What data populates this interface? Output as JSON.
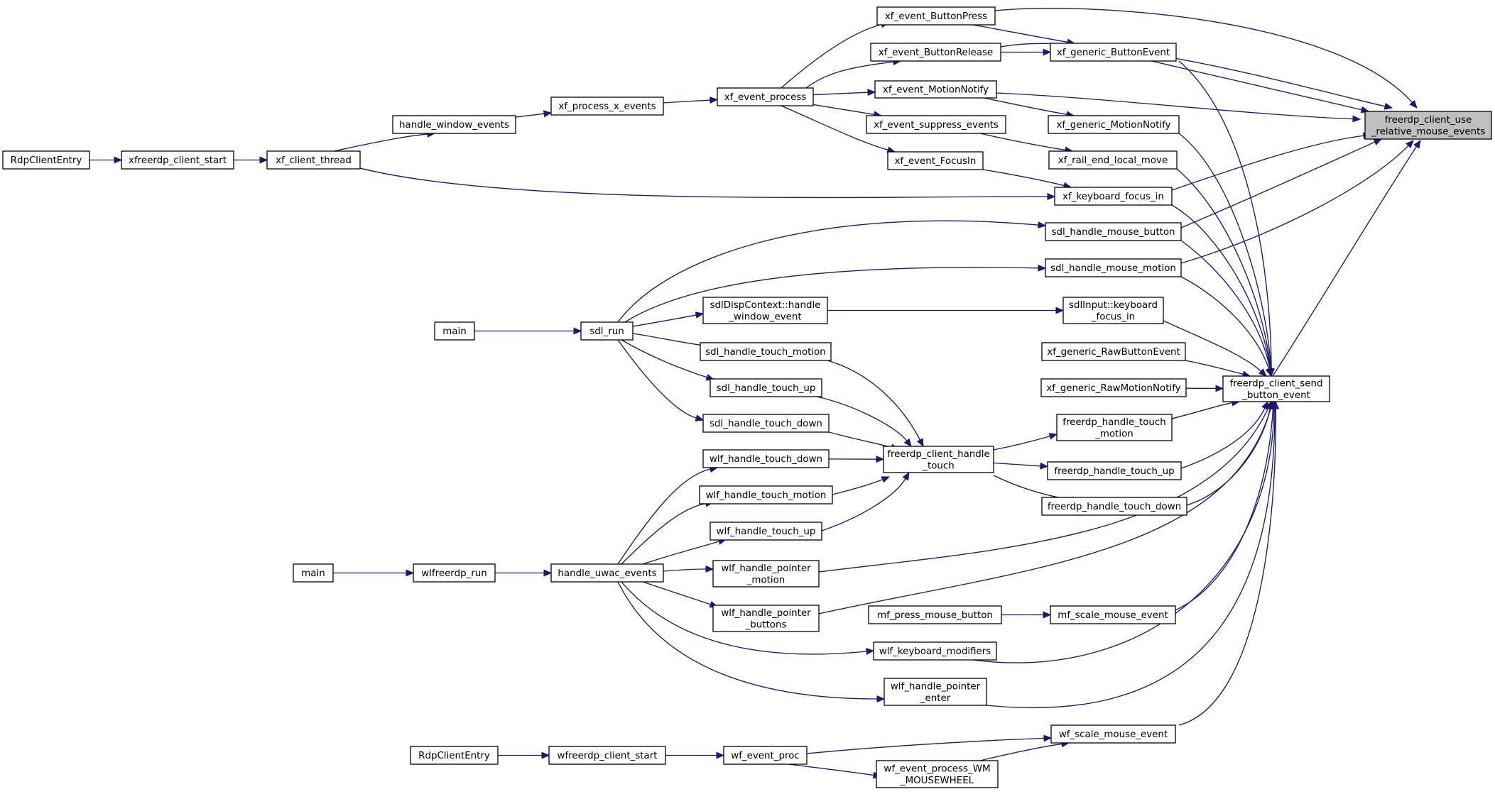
{
  "graph": {
    "nodes": [
      {
        "id": "target",
        "lines": [
          "freerdp_client_use",
          "_relative_mouse_events"
        ]
      },
      {
        "id": "send",
        "lines": [
          "freerdp_client_send",
          "_button_event"
        ]
      },
      {
        "id": "xf_ButtonPress",
        "lines": [
          "xf_event_ButtonPress"
        ]
      },
      {
        "id": "xf_ButtonRelease",
        "lines": [
          "xf_event_ButtonRelease"
        ]
      },
      {
        "id": "xf_gen_ButtonEvent",
        "lines": [
          "xf_generic_ButtonEvent"
        ]
      },
      {
        "id": "xf_MotionNotify",
        "lines": [
          "xf_event_MotionNotify"
        ]
      },
      {
        "id": "xf_gen_MotionNotify",
        "lines": [
          "xf_generic_MotionNotify"
        ]
      },
      {
        "id": "xf_suppress",
        "lines": [
          "xf_event_suppress_events"
        ]
      },
      {
        "id": "xf_rail_end",
        "lines": [
          "xf_rail_end_local_move"
        ]
      },
      {
        "id": "xf_FocusIn",
        "lines": [
          "xf_event_FocusIn"
        ]
      },
      {
        "id": "xf_kbd_focus",
        "lines": [
          "xf_keyboard_focus_in"
        ]
      },
      {
        "id": "xf_event_process",
        "lines": [
          "xf_event_process"
        ]
      },
      {
        "id": "xf_process_x",
        "lines": [
          "xf_process_x_events"
        ]
      },
      {
        "id": "handle_window",
        "lines": [
          "handle_window_events"
        ]
      },
      {
        "id": "xf_client_thread",
        "lines": [
          "xf_client_thread"
        ]
      },
      {
        "id": "xfreerdp_start",
        "lines": [
          "xfreerdp_client_start"
        ]
      },
      {
        "id": "rdp_entry_1",
        "lines": [
          "RdpClientEntry"
        ]
      },
      {
        "id": "sdl_mouse_button",
        "lines": [
          "sdl_handle_mouse_button"
        ]
      },
      {
        "id": "sdl_mouse_motion",
        "lines": [
          "sdl_handle_mouse_motion"
        ]
      },
      {
        "id": "sdl_disp",
        "lines": [
          "sdlDispContext::handle",
          "_window_event"
        ]
      },
      {
        "id": "sdl_input_focus",
        "lines": [
          "sdlInput::keyboard",
          "_focus_in"
        ]
      },
      {
        "id": "sdl_run",
        "lines": [
          "sdl_run"
        ]
      },
      {
        "id": "main_sdl",
        "lines": [
          "main"
        ]
      },
      {
        "id": "sdl_touch_motion",
        "lines": [
          "sdl_handle_touch_motion"
        ]
      },
      {
        "id": "sdl_touch_up",
        "lines": [
          "sdl_handle_touch_up"
        ]
      },
      {
        "id": "sdl_touch_down",
        "lines": [
          "sdl_handle_touch_down"
        ]
      },
      {
        "id": "xf_raw_button",
        "lines": [
          "xf_generic_RawButtonEvent"
        ]
      },
      {
        "id": "xf_raw_motion",
        "lines": [
          "xf_generic_RawMotionNotify"
        ]
      },
      {
        "id": "fr_touch_motion",
        "lines": [
          "freerdp_handle_touch",
          "_motion"
        ]
      },
      {
        "id": "fr_client_touch",
        "lines": [
          "freerdp_client_handle",
          "_touch"
        ]
      },
      {
        "id": "fr_touch_up",
        "lines": [
          "freerdp_handle_touch_up"
        ]
      },
      {
        "id": "fr_touch_down",
        "lines": [
          "freerdp_handle_touch_down"
        ]
      },
      {
        "id": "wlf_touch_down",
        "lines": [
          "wlf_handle_touch_down"
        ]
      },
      {
        "id": "wlf_touch_motion",
        "lines": [
          "wlf_handle_touch_motion"
        ]
      },
      {
        "id": "wlf_touch_up",
        "lines": [
          "wlf_handle_touch_up"
        ]
      },
      {
        "id": "wlf_ptr_motion",
        "lines": [
          "wlf_handle_pointer",
          "_motion"
        ]
      },
      {
        "id": "handle_uwac",
        "lines": [
          "handle_uwac_events"
        ]
      },
      {
        "id": "wlfreerdp_run",
        "lines": [
          "wlfreerdp_run"
        ]
      },
      {
        "id": "main_wlf",
        "lines": [
          "main"
        ]
      },
      {
        "id": "wlf_ptr_buttons",
        "lines": [
          "wlf_handle_pointer",
          "_buttons"
        ]
      },
      {
        "id": "mf_press",
        "lines": [
          "mf_press_mouse_button"
        ]
      },
      {
        "id": "mf_scale",
        "lines": [
          "mf_scale_mouse_event"
        ]
      },
      {
        "id": "wlf_kbd_mod",
        "lines": [
          "wlf_keyboard_modifiers"
        ]
      },
      {
        "id": "wlf_ptr_enter",
        "lines": [
          "wlf_handle_pointer",
          "_enter"
        ]
      },
      {
        "id": "wf_scale",
        "lines": [
          "wf_scale_mouse_event"
        ]
      },
      {
        "id": "wf_event_proc",
        "lines": [
          "wf_event_proc"
        ]
      },
      {
        "id": "wf_mousewheel",
        "lines": [
          "wf_event_process_WM",
          "_MOUSEWHEEL"
        ]
      },
      {
        "id": "wfreerdp_start",
        "lines": [
          "wfreerdp_client_start"
        ]
      },
      {
        "id": "rdp_entry_2",
        "lines": [
          "RdpClientEntry"
        ]
      }
    ],
    "edges": [
      {
        "from": "xf_ButtonPress",
        "to": "target"
      },
      {
        "from": "xf_ButtonRelease",
        "to": "target"
      },
      {
        "from": "xf_MotionNotify",
        "to": "target"
      },
      {
        "from": "xf_gen_ButtonEvent",
        "to": "target"
      },
      {
        "from": "xf_kbd_focus",
        "to": "target"
      },
      {
        "from": "sdl_mouse_button",
        "to": "target"
      },
      {
        "from": "sdl_mouse_motion",
        "to": "target"
      },
      {
        "from": "send",
        "to": "target"
      },
      {
        "from": "xf_event_process",
        "to": "xf_ButtonPress"
      },
      {
        "from": "xf_event_process",
        "to": "xf_ButtonRelease"
      },
      {
        "from": "xf_event_process",
        "to": "xf_MotionNotify"
      },
      {
        "from": "xf_event_process",
        "to": "xf_suppress"
      },
      {
        "from": "xf_event_process",
        "to": "xf_FocusIn"
      },
      {
        "from": "xf_ButtonPress",
        "to": "xf_gen_ButtonEvent"
      },
      {
        "from": "xf_ButtonRelease",
        "to": "xf_gen_ButtonEvent"
      },
      {
        "from": "xf_MotionNotify",
        "to": "xf_gen_MotionNotify"
      },
      {
        "from": "xf_suppress",
        "to": "xf_rail_end"
      },
      {
        "from": "xf_FocusIn",
        "to": "xf_kbd_focus"
      },
      {
        "from": "xf_process_x",
        "to": "xf_event_process"
      },
      {
        "from": "handle_window",
        "to": "xf_process_x"
      },
      {
        "from": "xf_client_thread",
        "to": "handle_window"
      },
      {
        "from": "xf_client_thread",
        "to": "xf_kbd_focus"
      },
      {
        "from": "xfreerdp_start",
        "to": "xf_client_thread"
      },
      {
        "from": "rdp_entry_1",
        "to": "xfreerdp_start"
      },
      {
        "from": "sdl_run",
        "to": "sdl_mouse_button"
      },
      {
        "from": "sdl_run",
        "to": "sdl_mouse_motion"
      },
      {
        "from": "sdl_run",
        "to": "sdl_disp"
      },
      {
        "from": "sdl_run",
        "to": "sdl_touch_motion"
      },
      {
        "from": "sdl_run",
        "to": "sdl_touch_up"
      },
      {
        "from": "sdl_run",
        "to": "sdl_touch_down"
      },
      {
        "from": "main_sdl",
        "to": "sdl_run"
      },
      {
        "from": "sdl_disp",
        "to": "sdl_input_focus"
      },
      {
        "from": "xf_gen_ButtonEvent",
        "to": "send"
      },
      {
        "from": "xf_gen_MotionNotify",
        "to": "send"
      },
      {
        "from": "xf_rail_end",
        "to": "send"
      },
      {
        "from": "xf_kbd_focus",
        "to": "send"
      },
      {
        "from": "sdl_mouse_button",
        "to": "send"
      },
      {
        "from": "sdl_mouse_motion",
        "to": "send"
      },
      {
        "from": "sdl_input_focus",
        "to": "send"
      },
      {
        "from": "xf_raw_button",
        "to": "send"
      },
      {
        "from": "xf_raw_motion",
        "to": "send"
      },
      {
        "from": "fr_touch_motion",
        "to": "send"
      },
      {
        "from": "fr_touch_up",
        "to": "send"
      },
      {
        "from": "fr_touch_down",
        "to": "send"
      },
      {
        "from": "wlf_ptr_motion",
        "to": "send"
      },
      {
        "from": "wlf_ptr_buttons",
        "to": "send"
      },
      {
        "from": "mf_scale",
        "to": "send"
      },
      {
        "from": "wlf_kbd_mod",
        "to": "send"
      },
      {
        "from": "wlf_ptr_enter",
        "to": "send"
      },
      {
        "from": "wf_scale",
        "to": "send"
      },
      {
        "from": "sdl_touch_motion",
        "to": "fr_client_touch"
      },
      {
        "from": "sdl_touch_up",
        "to": "fr_client_touch"
      },
      {
        "from": "sdl_touch_down",
        "to": "fr_client_touch"
      },
      {
        "from": "wlf_touch_down",
        "to": "fr_client_touch"
      },
      {
        "from": "wlf_touch_motion",
        "to": "fr_client_touch"
      },
      {
        "from": "wlf_touch_up",
        "to": "fr_client_touch"
      },
      {
        "from": "fr_client_touch",
        "to": "fr_touch_motion"
      },
      {
        "from": "fr_client_touch",
        "to": "fr_touch_up"
      },
      {
        "from": "fr_client_touch",
        "to": "fr_touch_down"
      },
      {
        "from": "handle_uwac",
        "to": "wlf_touch_down"
      },
      {
        "from": "handle_uwac",
        "to": "wlf_touch_motion"
      },
      {
        "from": "handle_uwac",
        "to": "wlf_touch_up"
      },
      {
        "from": "handle_uwac",
        "to": "wlf_ptr_motion"
      },
      {
        "from": "handle_uwac",
        "to": "wlf_ptr_buttons"
      },
      {
        "from": "handle_uwac",
        "to": "wlf_kbd_mod"
      },
      {
        "from": "handle_uwac",
        "to": "wlf_ptr_enter"
      },
      {
        "from": "wlfreerdp_run",
        "to": "handle_uwac"
      },
      {
        "from": "main_wlf",
        "to": "wlfreerdp_run"
      },
      {
        "from": "mf_press",
        "to": "mf_scale"
      },
      {
        "from": "wf_event_proc",
        "to": "wf_scale"
      },
      {
        "from": "wf_event_proc",
        "to": "wf_mousewheel"
      },
      {
        "from": "wf_mousewheel",
        "to": "wf_scale"
      },
      {
        "from": "wfreerdp_start",
        "to": "wf_event_proc"
      },
      {
        "from": "rdp_entry_2",
        "to": "wfreerdp_start"
      }
    ]
  }
}
